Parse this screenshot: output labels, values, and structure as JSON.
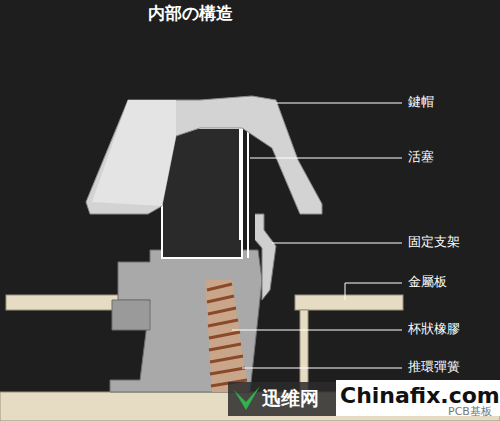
{
  "diagram": {
    "title": "内部の構造",
    "labels": [
      "鍵帽",
      "活塞",
      "固定支架",
      "金屬板",
      "杯狀橡膠",
      "推環彈簧",
      "迅维网",
      "Chinafix.com",
      "PCB基板"
    ]
  }
}
